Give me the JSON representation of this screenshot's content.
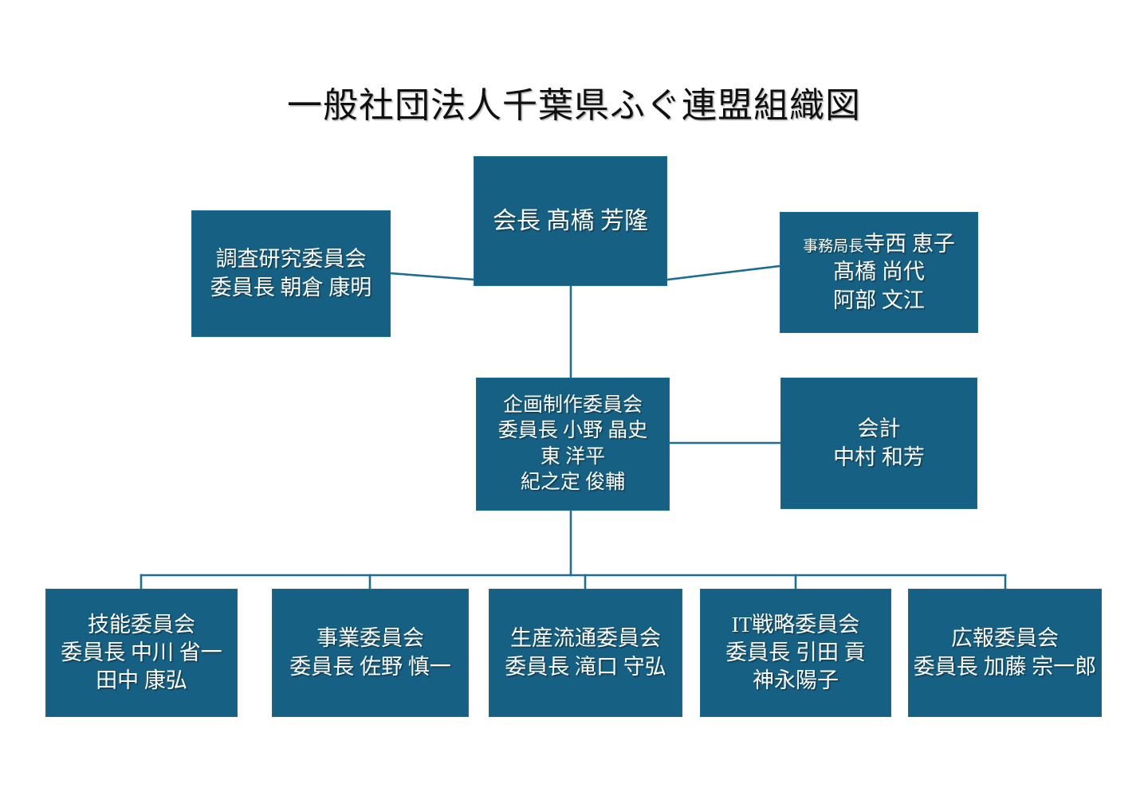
{
  "chart_data": {
    "type": "diagram",
    "title": "一般社団法人千葉県ふぐ連盟組織図",
    "diagram_kind": "organization-chart",
    "node_fill_color": "#166084",
    "node_text_color": "#ffffff",
    "connector_color": "#1d6e92",
    "nodes": [
      {
        "id": "president",
        "lines": [
          "会長 髙橋 芳隆"
        ]
      },
      {
        "id": "research",
        "lines": [
          "調査研究委員会",
          "委員長 朝倉 康明"
        ]
      },
      {
        "id": "secretariat",
        "lines": [
          "事務局長 寺西 恵子",
          "髙橋 尚代",
          "阿部 文江"
        ]
      },
      {
        "id": "planning",
        "lines": [
          "企画制作委員会",
          "委員長  小野  晶史",
          "東  洋平",
          "紀之定  俊輔"
        ]
      },
      {
        "id": "accounting",
        "lines": [
          "会計",
          "中村 和芳"
        ]
      },
      {
        "id": "skill",
        "lines": [
          "技能委員会",
          "委員長 中川 省一",
          "田中 康弘"
        ]
      },
      {
        "id": "business",
        "lines": [
          "事業委員会",
          "委員長 佐野 慎一"
        ]
      },
      {
        "id": "distribution",
        "lines": [
          "生産流通委員会",
          "委員長 滝口 守弘"
        ]
      },
      {
        "id": "it",
        "lines": [
          "IT戦略委員会",
          "委員長 引田 貢",
          "神永陽子"
        ]
      },
      {
        "id": "pr",
        "lines": [
          "広報委員会",
          "委員長 加藤 宗一郎"
        ]
      }
    ],
    "edges": [
      {
        "from": "president",
        "to": "research"
      },
      {
        "from": "president",
        "to": "secretariat"
      },
      {
        "from": "president",
        "to": "planning"
      },
      {
        "from": "planning",
        "to": "accounting"
      },
      {
        "from": "planning",
        "to": "skill"
      },
      {
        "from": "planning",
        "to": "business"
      },
      {
        "from": "planning",
        "to": "distribution"
      },
      {
        "from": "planning",
        "to": "it"
      },
      {
        "from": "planning",
        "to": "pr"
      }
    ]
  },
  "title": "一般社団法人千葉県ふぐ連盟組織図",
  "president": {
    "line1": "会長 髙橋 芳隆"
  },
  "research": {
    "line1": "調査研究委員会",
    "line2": "委員長 朝倉 康明"
  },
  "secretariat": {
    "role": "事務局長",
    "name1": "寺西 恵子",
    "line2": "髙橋 尚代",
    "line3": "阿部 文江"
  },
  "planning": {
    "line1": "企画制作委員会",
    "line2": "委員長  小野  晶史",
    "line3": "東  洋平",
    "line4": "紀之定  俊輔"
  },
  "accounting": {
    "line1": "会計",
    "line2": "中村 和芳"
  },
  "skill": {
    "line1": "技能委員会",
    "line2": "委員長 中川 省一",
    "line3": "田中 康弘"
  },
  "business": {
    "line1": "事業委員会",
    "line2": "委員長 佐野 慎一"
  },
  "distribution": {
    "line1": "生産流通委員会",
    "line2": "委員長 滝口 守弘"
  },
  "it": {
    "line1": "IT戦略委員会",
    "line2": "委員長 引田 貢",
    "line3": "神永陽子"
  },
  "pr": {
    "line1": "広報委員会",
    "line2": "委員長 加藤 宗一郎"
  }
}
